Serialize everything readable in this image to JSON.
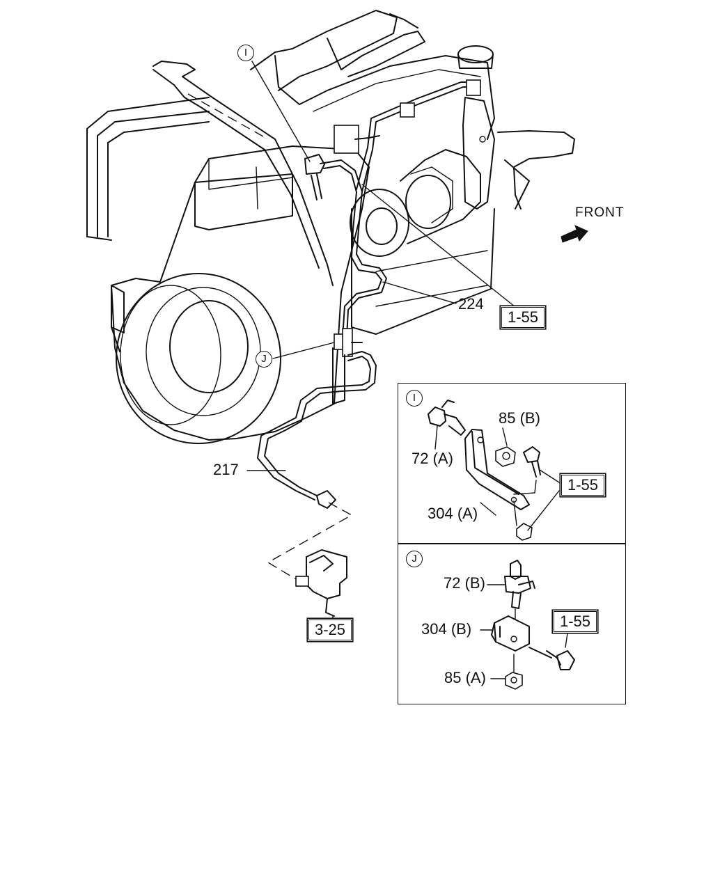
{
  "orientation": {
    "front_label": "FRONT"
  },
  "callouts": {
    "pipe_upper": "224",
    "pipe_lower": "217",
    "detail_i": "I",
    "detail_j": "J"
  },
  "ref_boxes": {
    "top": "1-55",
    "lower": "3-25",
    "detail_i": "1-55",
    "detail_j": "1-55"
  },
  "detail_i": {
    "letter": "I",
    "parts": {
      "connector": "72 (A)",
      "nut": "85 (B)",
      "bracket": "304 (A)"
    }
  },
  "detail_j": {
    "letter": "J",
    "parts": {
      "tee": "72 (B)",
      "bracket": "304 (B)",
      "nut": "85 (A)"
    }
  }
}
